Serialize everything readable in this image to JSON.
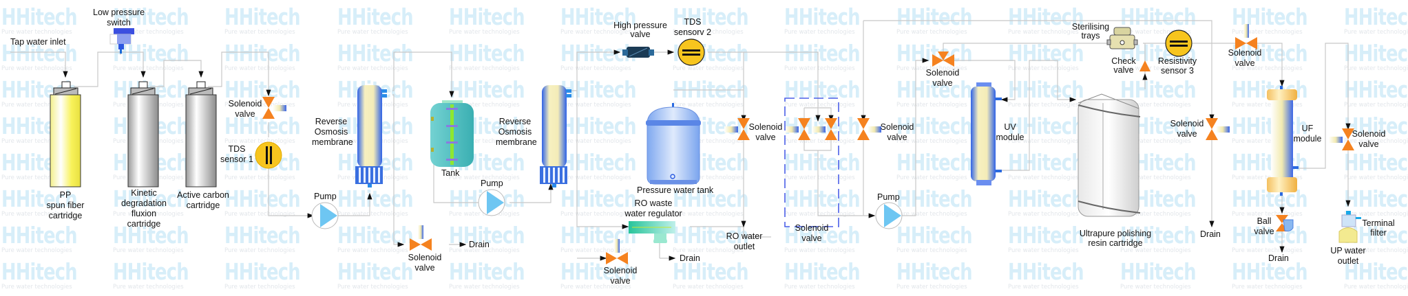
{
  "watermark": {
    "brand": "HHitech",
    "tagline": "Pure water technologies",
    "color": "#d7eef9"
  },
  "colors": {
    "pipe": "#c8c8c8",
    "valve_orange": "#f5821f",
    "sensor_yellow": "#f7c51e",
    "membrane_blue": "#3a6fe0",
    "pump_blue": "#6ec6f2",
    "tank_teal": "#4bbfbf",
    "dashed_group": "#4a5ee8"
  },
  "labels": {
    "tap_water_inlet": "Tap water inlet",
    "low_pressure_switch": [
      "Low pressure",
      "switch"
    ],
    "pp_cartridge": [
      "PP",
      "spun fiber",
      "cartridge"
    ],
    "kdf_cartridge": [
      "Kinetic",
      "degradation",
      "fluxion",
      "cartridge"
    ],
    "carbon_cartridge": [
      "Active carbon",
      "cartridge"
    ],
    "solenoid_valve_1": [
      "Solenoid",
      "valve"
    ],
    "tds_sensor_1": [
      "TDS",
      "sensor 1"
    ],
    "pump_1": "Pump",
    "ro_membrane_1": [
      "Reverse",
      "Osmosis",
      "membrane"
    ],
    "solenoid_valve_2": [
      "Solenoid",
      "valve"
    ],
    "drain_1": "Drain",
    "tank": "Tank",
    "pump_2": "Pump",
    "ro_membrane_2": [
      "Reverse",
      "Osmosis",
      "membrane"
    ],
    "high_pressure_valve": [
      "High pressure",
      "valve"
    ],
    "tds_sensor_2": [
      "TDS",
      "sensorv 2"
    ],
    "pressure_water_tank": "Pressure water tank",
    "ro_waste_regulator": [
      "RO waste",
      "water regulator"
    ],
    "solenoid_valve_3": [
      "Solenoid",
      "valve"
    ],
    "drain_2": "Drain",
    "solenoid_valve_4": [
      "Solenoid",
      "valve"
    ],
    "ro_water_outlet": [
      "RO water",
      "outlet"
    ],
    "solenoid_valve_group": [
      "Solenoid",
      "valve"
    ],
    "solenoid_valve_5": [
      "Solenoid",
      "valve"
    ],
    "pump_3": "Pump",
    "solenoid_valve_6": [
      "Solenoid",
      "valve"
    ],
    "uv_module": [
      "UV",
      "module"
    ],
    "sterilising_trays": [
      "Sterilising",
      "trays"
    ],
    "check_valve": [
      "Check",
      "valve"
    ],
    "resin_cartridge": [
      "Ultrapure polishing",
      "resin cartridge"
    ],
    "resistivity_sensor_3": [
      "Resistivity",
      "sensor 3"
    ],
    "solenoid_valve_7": [
      "Solenoid",
      "valve"
    ],
    "drain_3": "Drain",
    "solenoid_valve_8": [
      "Solenoid",
      "valve"
    ],
    "uf_module": [
      "UF",
      "module"
    ],
    "ball_valve": [
      "Ball",
      "valve"
    ],
    "drain_4": "Drain",
    "solenoid_valve_9": [
      "Solenoid",
      "valve"
    ],
    "terminal_filter": [
      "Terminal",
      "filter"
    ],
    "up_water_outlet": [
      "UP water",
      "outlet"
    ]
  }
}
